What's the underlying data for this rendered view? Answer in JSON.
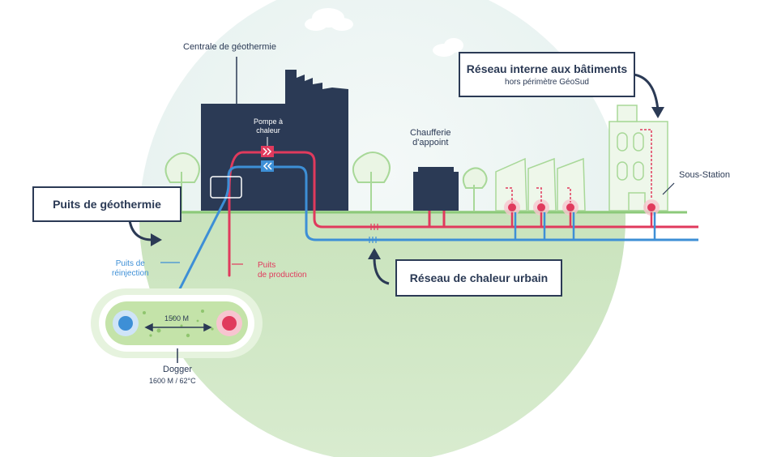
{
  "labels": {
    "centrale": "Centrale de géothermie",
    "pompe_line1": "Pompe à",
    "pompe_line2": "chaleur",
    "chaufferie_line1": "Chaufferie",
    "chaufferie_line2": "d'appoint",
    "sous_station": "Sous-Station",
    "puits_reinjection_line1": "Puits de",
    "puits_reinjection_line2": "réinjection",
    "puits_production_line1": "Puits",
    "puits_production_line2": "de production",
    "distance": "1500 M",
    "dogger": "Dogger",
    "dogger_depth": "1600 M / 62°C"
  },
  "callouts": {
    "reseau_interne_title": "Réseau interne aux bâtiments",
    "reseau_interne_subtitle": "hors périmètre GéoSud",
    "puits_geothermie": "Puits de géothermie",
    "reseau_chaleur": "Réseau de chaleur urbain"
  },
  "colors": {
    "navy": "#2b3a55",
    "hot": "#e03a5d",
    "cold": "#3d8fd6",
    "ground": "#8cc97a",
    "earth": "#cfe6c3",
    "sky": "#eef6f6"
  }
}
